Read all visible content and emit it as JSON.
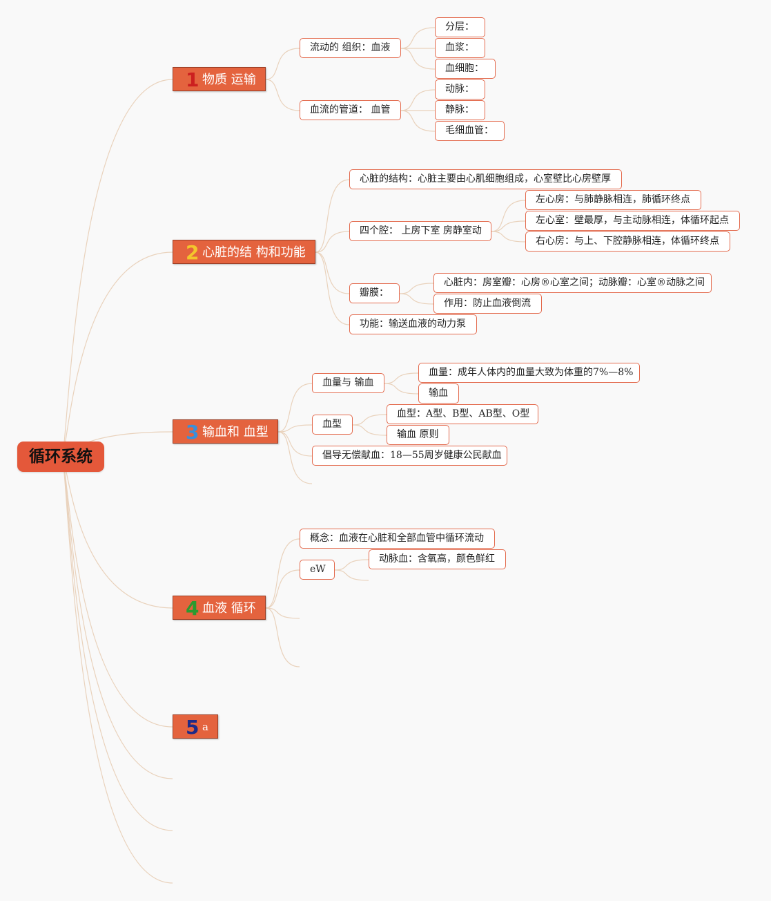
{
  "root": {
    "label": "循环系统"
  },
  "branches": [
    {
      "number": "1",
      "number_color": "#cc1f1f",
      "label": "物质 运输",
      "children": [
        {
          "label": "流动的 组织：血液",
          "children": [
            "分层：",
            "血浆：",
            "血细胞："
          ]
        },
        {
          "label": "血流的管道： 血管",
          "children": [
            "动脉：",
            "静脉：",
            "毛细血管："
          ]
        }
      ]
    },
    {
      "number": "2",
      "number_color": "#f3c62c",
      "label": "心脏的结 构和功能",
      "children": [
        {
          "label": "心脏的结构：心脏主要由心肌细胞组成，心室壁比心房壁厚"
        },
        {
          "label": "四个腔： 上房下室 房静室动",
          "children": [
            "左心房：与肺静脉相连，肺循环终点",
            "左心室：壁最厚，与主动脉相连，体循环起点",
            "右心房：与上、下腔静脉相连，体循环终点"
          ]
        },
        {
          "label": "瓣膜：",
          "children": [
            "心脏内：房室瓣：心房®心室之间；动脉瓣：心室®动脉之间",
            "作用：防止血液倒流"
          ]
        },
        {
          "label": "功能：输送血液的动力泵"
        }
      ]
    },
    {
      "number": "3",
      "number_color": "#3b8fd9",
      "label": "输血和 血型",
      "children": [
        {
          "label": "血量与 输血",
          "children": [
            "血量：成年人体内的血量大致为体重的7%—8%",
            "输血"
          ]
        },
        {
          "label": "血型",
          "children": [
            "血型：A型、B型、AB型、O型",
            "输血 原则"
          ]
        },
        {
          "label": "倡导无偿献血：18—55周岁健康公民献血"
        }
      ]
    },
    {
      "number": "4",
      "number_color": "#2b9a2f",
      "label": "血液 循环",
      "children": [
        {
          "label": "概念：血液在心脏和全部血管中循环流动"
        },
        {
          "label": "eW",
          "children": [
            "动脉血：含氧高，颜色鲜红"
          ]
        }
      ]
    },
    {
      "number": "5",
      "number_color": "#1e2a88",
      "label": "a"
    }
  ],
  "colors": {
    "main_fill": "#e4633e",
    "node_border": "#e36a4d",
    "link": "#e9d2bc"
  }
}
